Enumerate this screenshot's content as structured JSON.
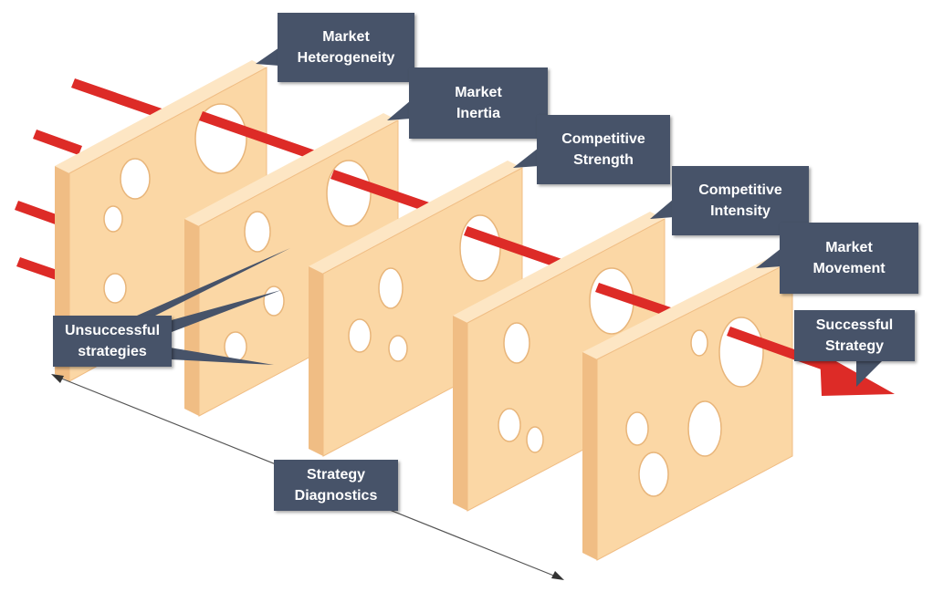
{
  "colors": {
    "label_bg": "#475369",
    "label_text": "#ffffff",
    "arrow": "#dd2b27",
    "arrow_dark": "#b01f1c",
    "cheese_face": "#fbd7a5",
    "cheese_top": "#fde6c4",
    "cheese_side": "#f0bd84",
    "hole": "#ffffff"
  },
  "slices": [
    {
      "label_line1": "Market",
      "label_line2": "Heterogeneity"
    },
    {
      "label_line1": "Market",
      "label_line2": "Inertia"
    },
    {
      "label_line1": "Competitive",
      "label_line2": "Strength"
    },
    {
      "label_line1": "Competitive",
      "label_line2": "Intensity"
    },
    {
      "label_line1": "Market",
      "label_line2": "Movement"
    }
  ],
  "unsuccessful": {
    "line1": "Unsuccessful",
    "line2": "strategies"
  },
  "successful": {
    "line1": "Successful",
    "line2": "Strategy"
  },
  "diagnostics": {
    "line1": "Strategy",
    "line2": "Diagnostics"
  }
}
